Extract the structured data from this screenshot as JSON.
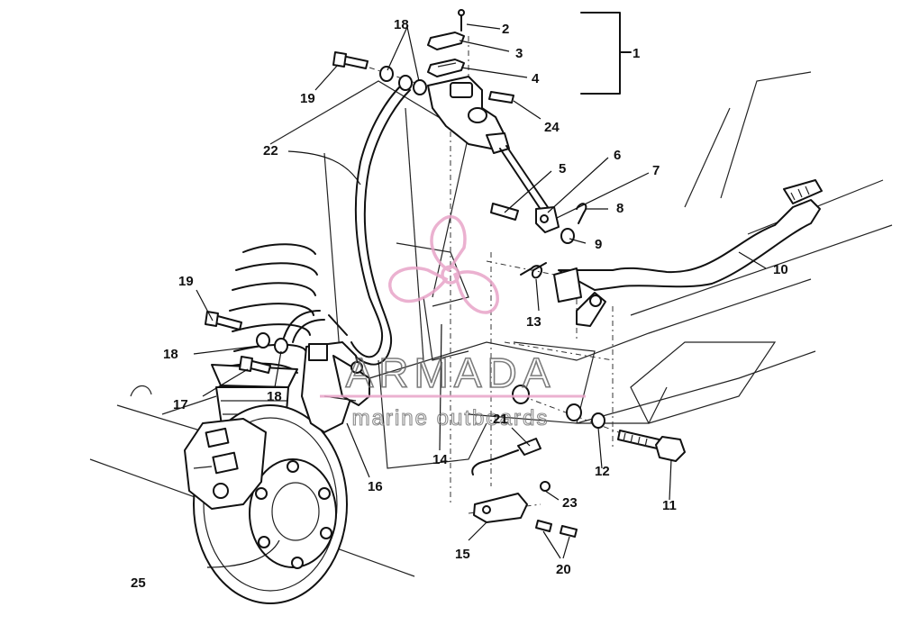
{
  "watermark": {
    "brand": "ARMADA",
    "tagline": "marine outboards",
    "accent_color": "#e8a4c8"
  },
  "callouts": [
    {
      "id": "c1",
      "label": "1"
    },
    {
      "id": "c2",
      "label": "2"
    },
    {
      "id": "c3",
      "label": "3"
    },
    {
      "id": "c4",
      "label": "4"
    },
    {
      "id": "c5",
      "label": "5"
    },
    {
      "id": "c6",
      "label": "6"
    },
    {
      "id": "c7",
      "label": "7"
    },
    {
      "id": "c8",
      "label": "8"
    },
    {
      "id": "c9",
      "label": "9"
    },
    {
      "id": "c10",
      "label": "10"
    },
    {
      "id": "c11",
      "label": "11"
    },
    {
      "id": "c12",
      "label": "12"
    },
    {
      "id": "c13",
      "label": "13"
    },
    {
      "id": "c14",
      "label": "14"
    },
    {
      "id": "c15",
      "label": "15"
    },
    {
      "id": "c16",
      "label": "16"
    },
    {
      "id": "c17",
      "label": "17"
    },
    {
      "id": "c18a",
      "label": "18"
    },
    {
      "id": "c18b",
      "label": "18"
    },
    {
      "id": "c18c",
      "label": "18"
    },
    {
      "id": "c19a",
      "label": "19"
    },
    {
      "id": "c19b",
      "label": "19"
    },
    {
      "id": "c20",
      "label": "20"
    },
    {
      "id": "c21",
      "label": "21"
    },
    {
      "id": "c22",
      "label": "22"
    },
    {
      "id": "c23",
      "label": "23"
    },
    {
      "id": "c24",
      "label": "24"
    },
    {
      "id": "c25",
      "label": "25"
    }
  ]
}
